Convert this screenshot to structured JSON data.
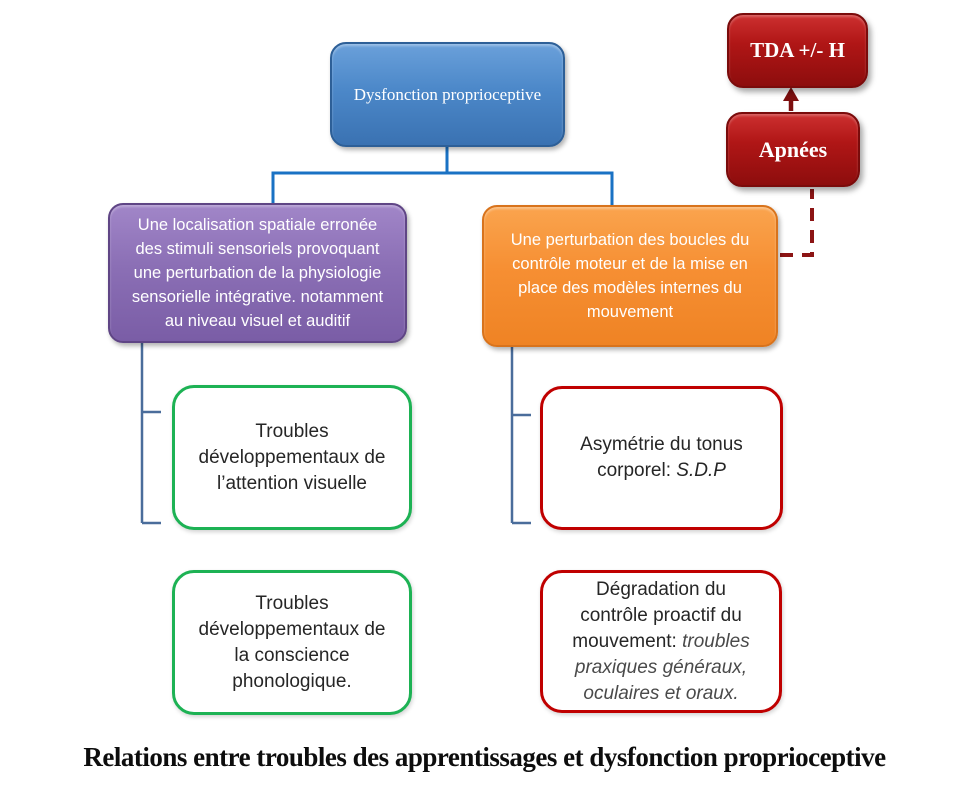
{
  "caption": "Relations entre troubles des apprentissages et dysfonction proprioceptive",
  "nodes": {
    "dysfonction": {
      "label": "Dysfonction proprioceptive"
    },
    "tda": {
      "label": "TDA +/- H"
    },
    "apnees": {
      "label": "Apnées"
    },
    "localisation": {
      "lines": [
        "Une localisation spatiale erronée",
        "des stimuli sensoriels provoquant",
        "une perturbation de la physiologie",
        "sensorielle intégrative. notamment",
        "au niveau visuel et auditif"
      ]
    },
    "perturbation": {
      "lines": [
        "Une perturbation des boucles du",
        "contrôle moteur et de la mise en",
        "place des modèles internes du",
        "mouvement"
      ]
    },
    "attention": {
      "lines": [
        "Troubles",
        "développementaux de",
        "l’attention visuelle"
      ]
    },
    "phonologie": {
      "lines": [
        "Troubles",
        "développementaux de",
        "la conscience",
        "phonologique."
      ]
    },
    "tonus": {
      "text": "Asymétrie du tonus corporel: ",
      "italic": "S.D.P"
    },
    "proactif": {
      "text": "Dégradation du contrôle proactif du mouvement: ",
      "italic": "troubles praxiques généraux, oculaires et oraux."
    }
  },
  "colors": {
    "node_blue": "#4c88c9",
    "node_blue_border": "#2d5f97",
    "node_purple": "#8b6fb5",
    "node_purple_border": "#5f4585",
    "node_orange": "#f68f33",
    "node_orange_border": "#d8731c",
    "node_dark_red": "#a51212",
    "node_dark_red_border": "#7a0b0b",
    "outline_green": "#1db254",
    "outline_red": "#c00000",
    "tree_blue": "#1a72c4",
    "bracket_blue": "#4a6d9b",
    "dashed_red": "#8c1414",
    "arrow_red": "#7d0f0f"
  }
}
